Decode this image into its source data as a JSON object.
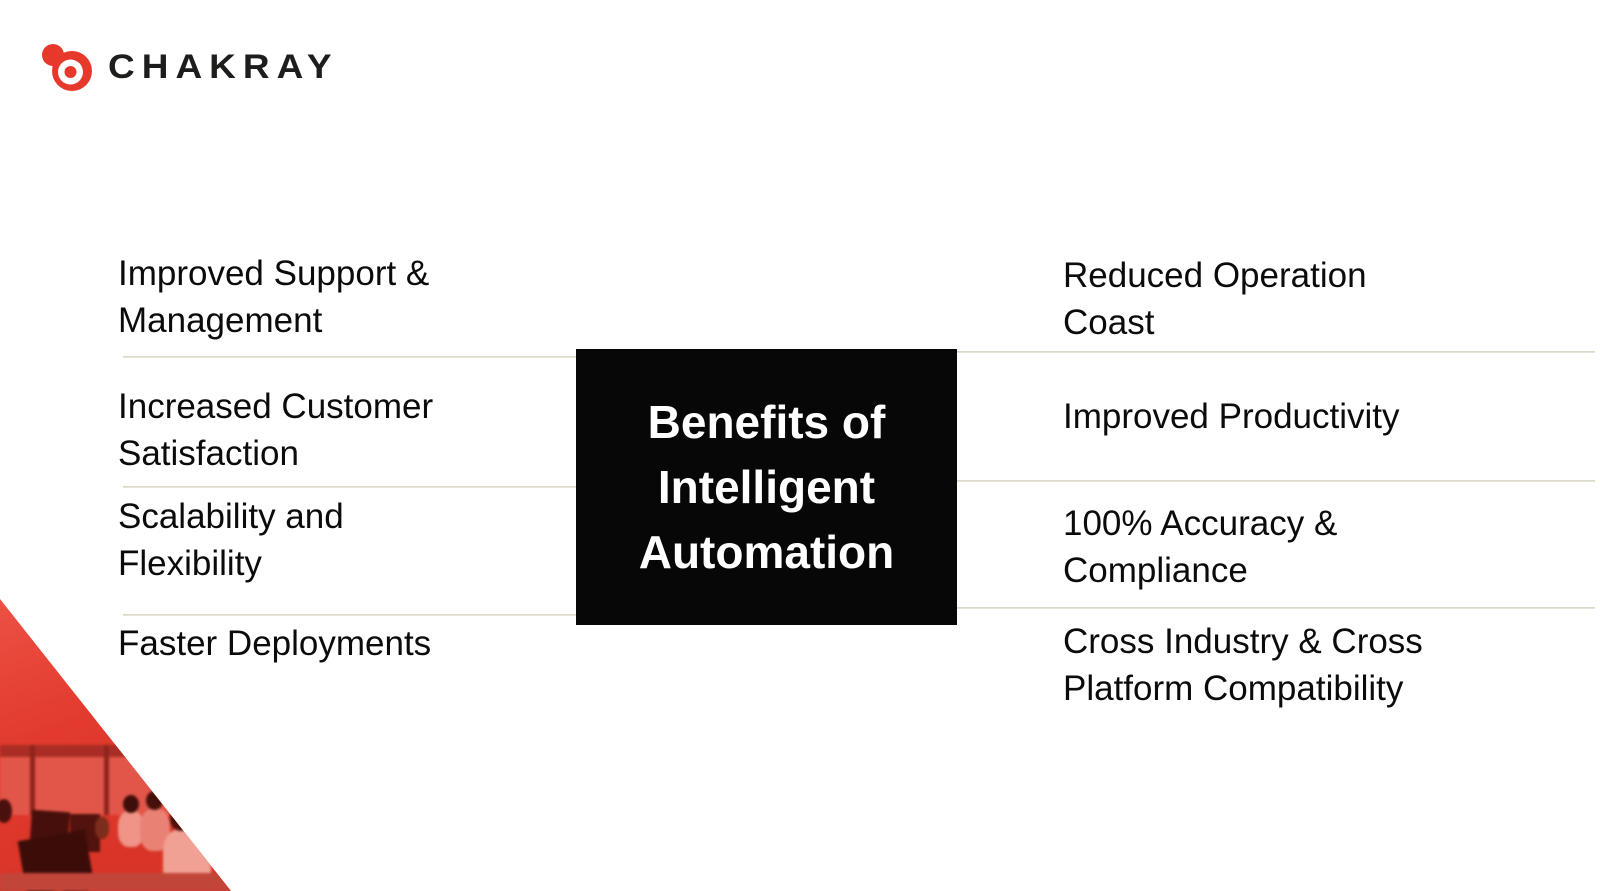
{
  "slide": {
    "brand": {
      "name": "CHAKRAY",
      "logo_icon": "chakray-target-splat-icon",
      "logo_red": "#e7382c",
      "text_color": "#1f1d1b"
    },
    "title_box": {
      "lines": [
        "Benefits of",
        "Intelligent",
        "Automation"
      ],
      "bg_color": "#070707",
      "text_color": "#ffffff"
    },
    "left_benefits": [
      [
        "Improved Support &",
        "Management"
      ],
      [
        "Increased Customer",
        "Satisfaction"
      ],
      [
        "Scalability and",
        "Flexibility"
      ],
      [
        "Faster Deployments"
      ]
    ],
    "right_benefits": [
      [
        "Reduced Operation",
        "Coast"
      ],
      [
        "Improved Productivity"
      ],
      [
        "100% Accuracy &",
        "Compliance"
      ],
      [
        "Cross Industry & Cross",
        "Platform Compatibility"
      ]
    ],
    "colors": {
      "separator": "#e8e4d5",
      "corner_red": "#e23a2e",
      "body_text": "#0b0b0b"
    }
  }
}
